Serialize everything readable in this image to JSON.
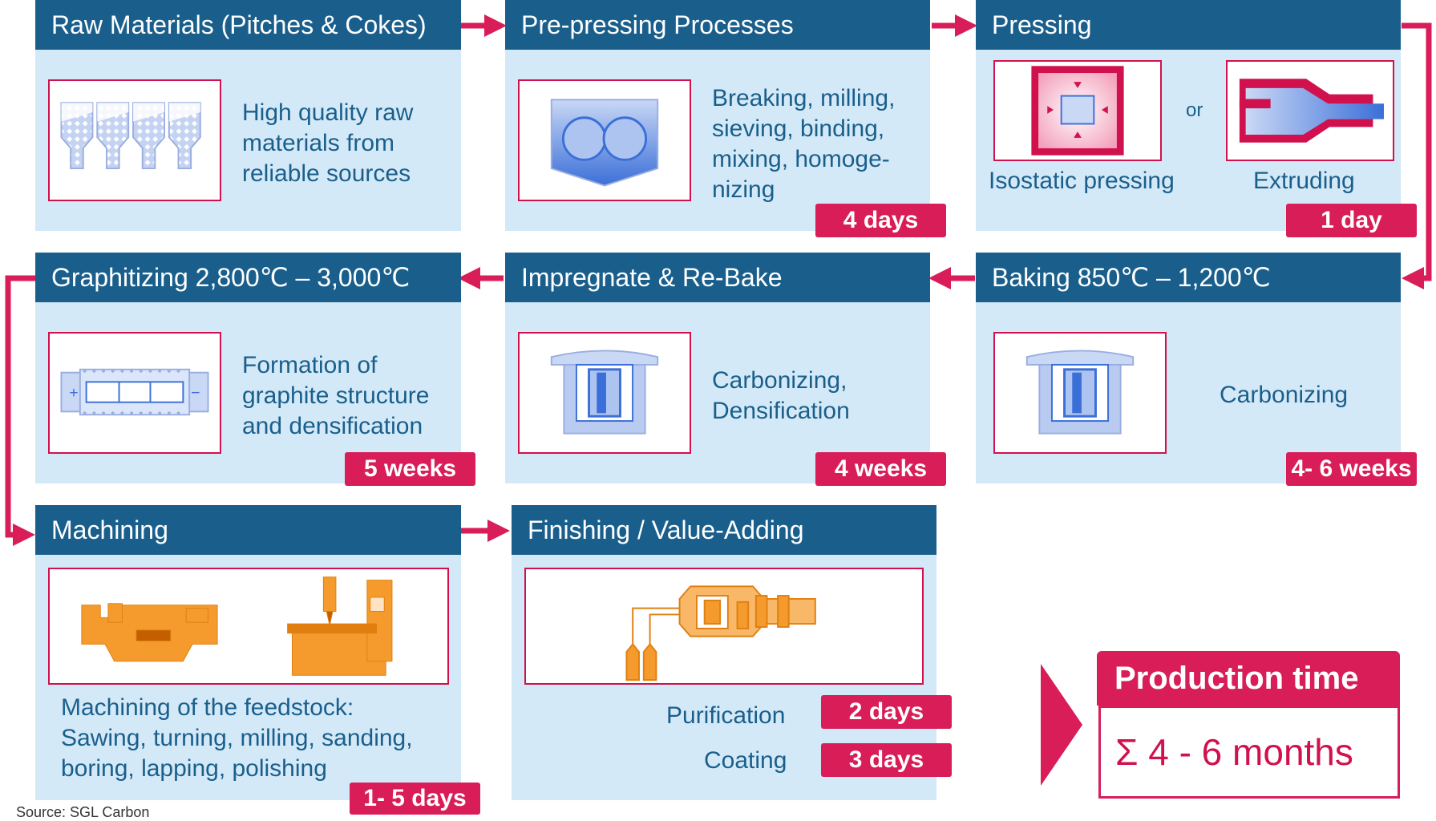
{
  "accent_color": "#d81d58",
  "header_color": "#1a5f8c",
  "card_color": "#d4e9f7",
  "steps": {
    "raw": {
      "title": "Raw Materials (Pitches & Cokes)",
      "text": [
        "High quality raw",
        "materials from",
        "reliable sources"
      ]
    },
    "prepress": {
      "title": "Pre-pressing Processes",
      "text": [
        "Breaking, milling,",
        "sieving, binding,",
        "mixing, homoge-",
        "nizing"
      ],
      "duration": "4 days"
    },
    "pressing": {
      "title": "Pressing",
      "or": "or",
      "cap_iso": "Isostatic pressing",
      "cap_ext": "Extruding",
      "duration": "1 day"
    },
    "graph": {
      "title": "Graphitizing 2,800℃ – 3,000℃",
      "text": [
        "Formation of",
        "graphite structure",
        "and densification"
      ],
      "duration": "5 weeks"
    },
    "impreg": {
      "title": "Impregnate & Re-Bake",
      "text": [
        "Carbonizing,",
        "Densification"
      ],
      "duration": "4 weeks"
    },
    "baking": {
      "title": "Baking 850℃ – 1,200℃",
      "text": [
        "Carbonizing"
      ],
      "duration": "4- 6 weeks"
    },
    "mach": {
      "title": "Machining",
      "text": [
        "Machining of the feedstock:",
        "Sawing, turning, milling, sanding,",
        "boring, lapping, polishing"
      ],
      "duration": "1- 5 days"
    },
    "finish": {
      "title": "Finishing / Value-Adding",
      "rows": [
        {
          "label": "Purification",
          "duration": "2 days"
        },
        {
          "label": "Coating",
          "duration": "3 days"
        }
      ]
    }
  },
  "production": {
    "label": "Production time",
    "value": "Σ 4 - 6 months"
  },
  "source": "Source: SGL Carbon"
}
